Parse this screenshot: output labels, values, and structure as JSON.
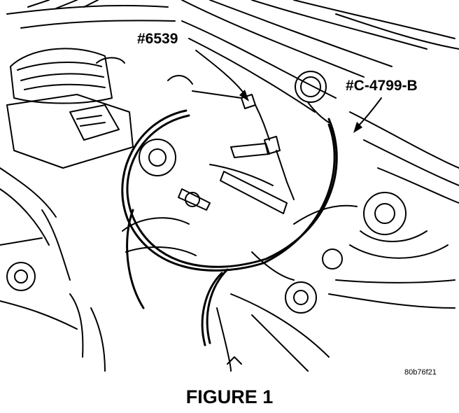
{
  "labels": {
    "tool_6539": "#6539",
    "tool_c4799b": "#C-4799-B"
  },
  "image_code": "80b76f21",
  "caption": "FIGURE 1",
  "colors": {
    "ink": "#000000",
    "paper": "#ffffff"
  }
}
